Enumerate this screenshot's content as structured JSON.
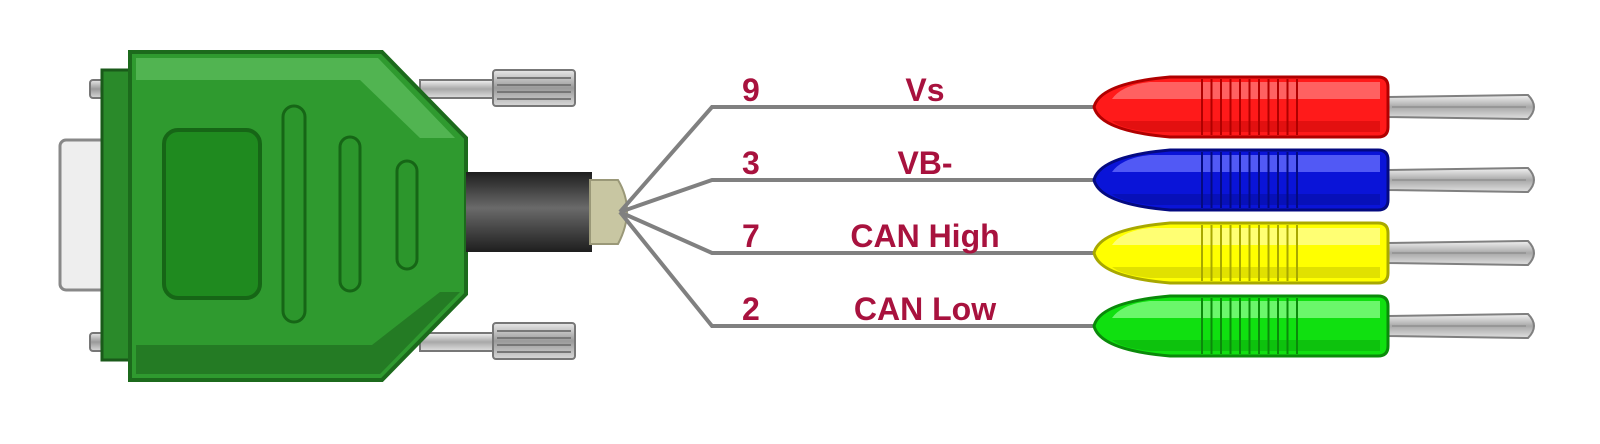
{
  "colors": {
    "label": "#a8123e",
    "wire": "#808080",
    "connector_green": "#2f9a2f",
    "connector_dark": "#1f6e1f",
    "connector_light": "#5fbf5f",
    "cable": "#2f2f2f",
    "pin_metal": "#c8c8c8"
  },
  "connector": {
    "icon": "db9-connector-icon"
  },
  "wires": [
    {
      "pin": "9",
      "signal": "Vs",
      "plug_color": "#ff1a1a",
      "plug_dark": "#b00000",
      "plug_light": "#ff7a7a",
      "plug_icon": "banana-plug-red-icon"
    },
    {
      "pin": "3",
      "signal": "VB-",
      "plug_color": "#0a14d8",
      "plug_dark": "#040a80",
      "plug_light": "#6a70ff",
      "plug_icon": "banana-plug-blue-icon"
    },
    {
      "pin": "7",
      "signal": "CAN High",
      "plug_color": "#ffff00",
      "plug_dark": "#a8a800",
      "plug_light": "#ffff99",
      "plug_icon": "banana-plug-yellow-icon"
    },
    {
      "pin": "2",
      "signal": "CAN Low",
      "plug_color": "#10e010",
      "plug_dark": "#0a8a0a",
      "plug_light": "#8aff8a",
      "plug_icon": "banana-plug-green-icon"
    }
  ]
}
